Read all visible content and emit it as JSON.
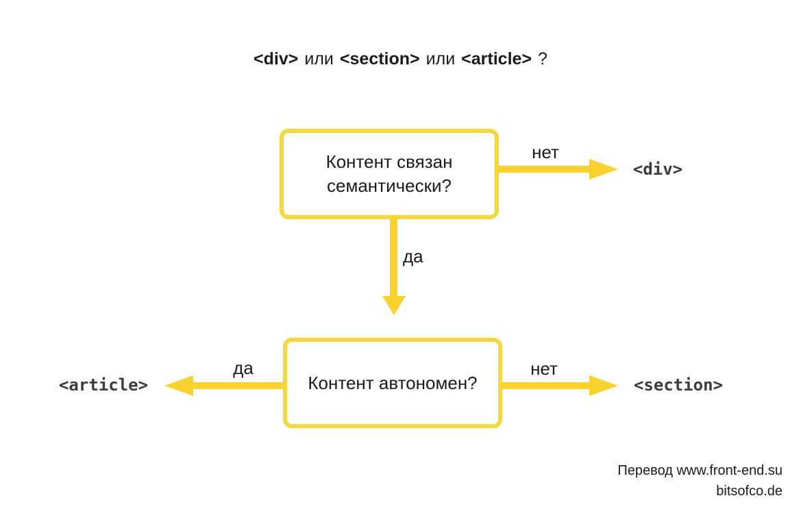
{
  "title": {
    "tag_div": "<div>",
    "sep1": "или",
    "tag_section": "<section>",
    "sep2": "или",
    "tag_article": "<article>",
    "question_mark": "?"
  },
  "diagram": {
    "question1": "Контент связан семантически?",
    "question2": "Контент автономен?",
    "labels": {
      "no1": "нет",
      "yes1": "да",
      "yes2": "да",
      "no2": "нет"
    },
    "results": {
      "div": "<div>",
      "article": "<article>",
      "section": "<section>"
    },
    "colors": {
      "arrow_yellow": "#F9D32B",
      "box_border_yellow": "#F4D83C",
      "tag_text": "#3C3C3C",
      "body_text": "#1B1B1B"
    }
  },
  "footer": {
    "line1": "Перевод www.front-end.su",
    "line2": "bitsofco.de"
  }
}
